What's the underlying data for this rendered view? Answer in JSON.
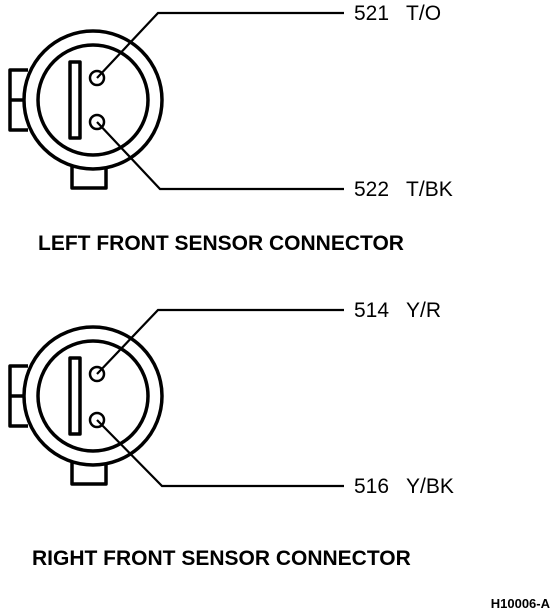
{
  "left_connector": {
    "pin_top": {
      "circuit": "521",
      "color": "T/O"
    },
    "pin_bottom": {
      "circuit": "522",
      "color": "T/BK"
    },
    "caption": "LEFT FRONT SENSOR CONNECTOR"
  },
  "right_connector": {
    "pin_top": {
      "circuit": "514",
      "color": "Y/R"
    },
    "pin_bottom": {
      "circuit": "516",
      "color": "Y/BK"
    },
    "caption": "RIGHT FRONT SENSOR CONNECTOR"
  },
  "figure_id": "H10006-A"
}
